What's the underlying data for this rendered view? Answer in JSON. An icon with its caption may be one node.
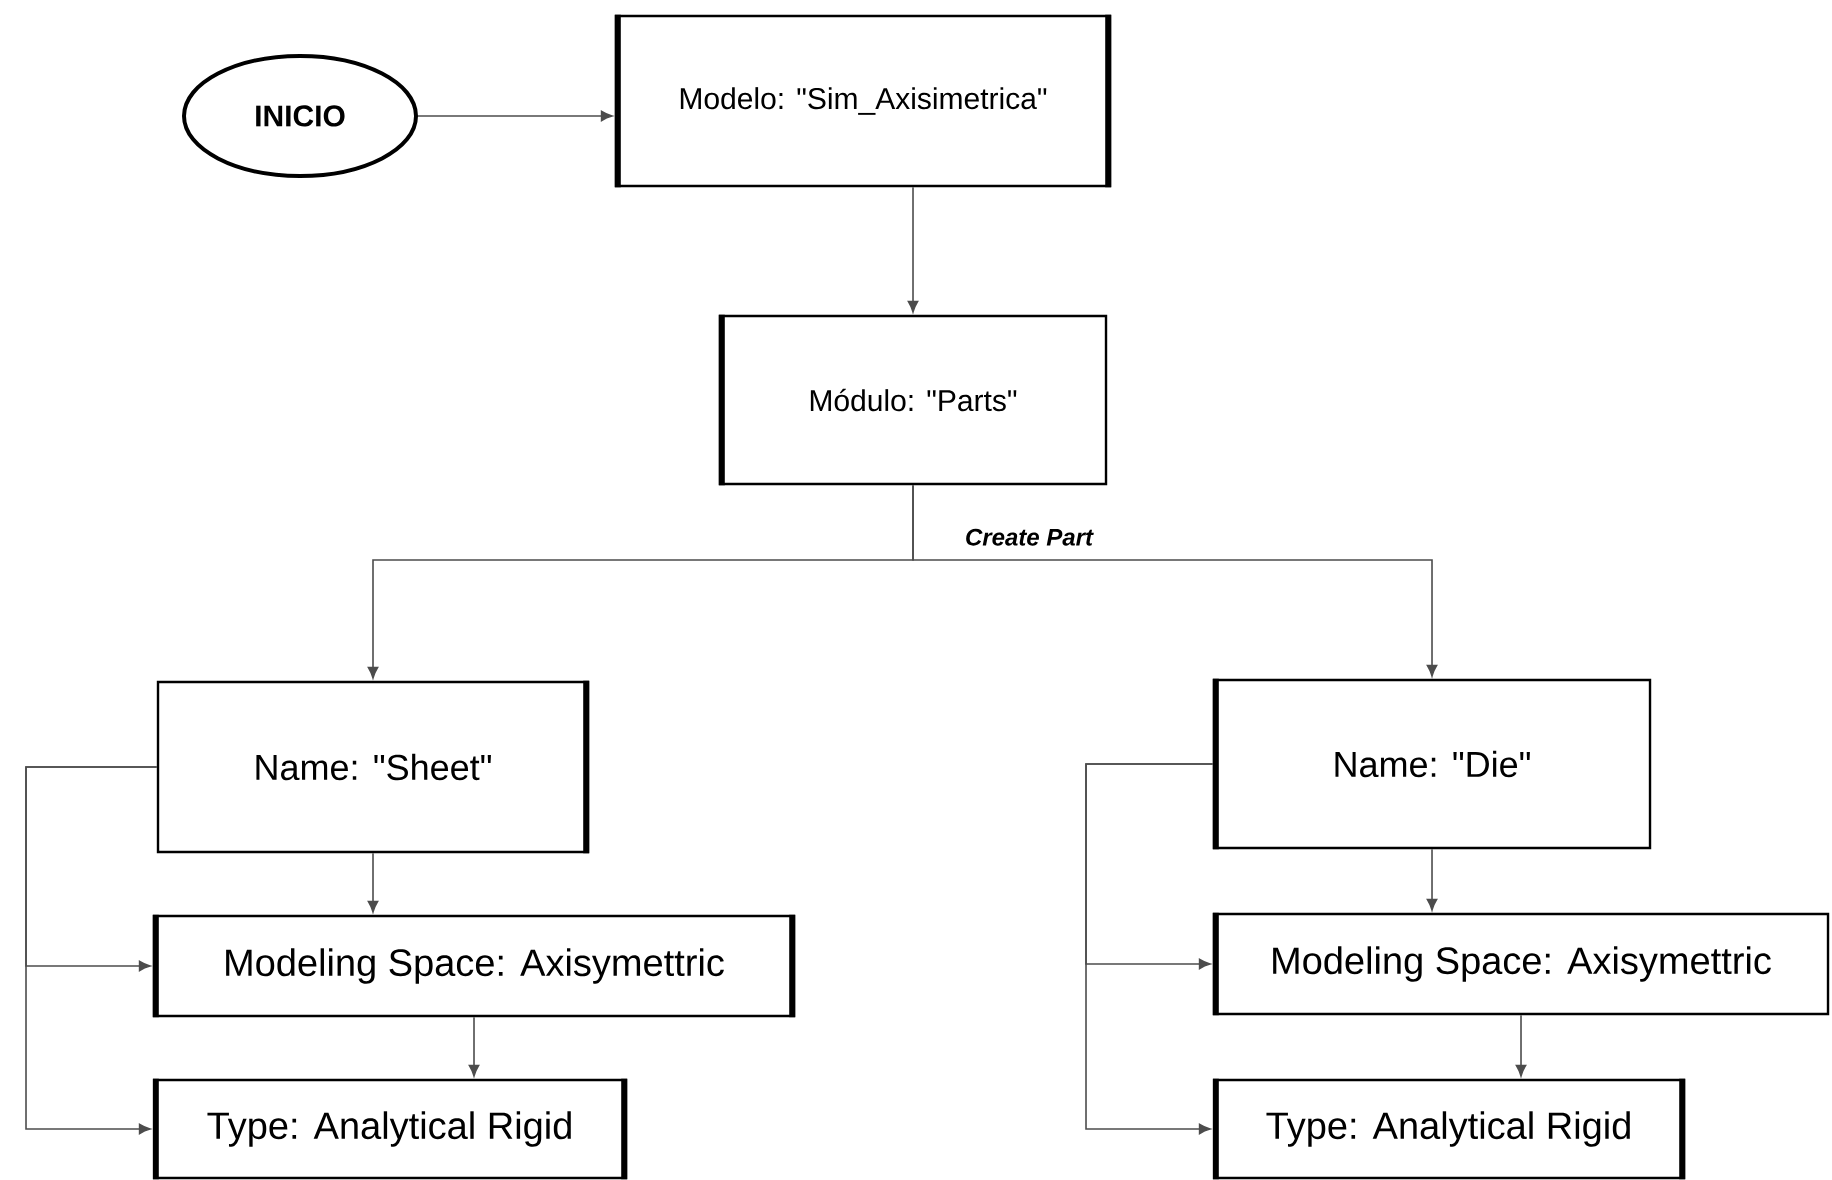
{
  "diagram": {
    "nodes": [
      {
        "text": [
          "INICIO"
        ]
      },
      {
        "text": [
          "Modelo: \"Sim_Axisimetrica\""
        ]
      },
      {
        "text": [
          "Módulo: \"Parts\""
        ]
      },
      {
        "text": [
          "Name: \"Sheet\""
        ]
      },
      {
        "text": [
          "Modeling Space: Axisymettric"
        ]
      },
      {
        "text": [
          "Type: Analytical Rigid"
        ]
      },
      {
        "text": [
          "Name: \"Die\""
        ]
      },
      {
        "text": [
          "Modeling Space: Axisymettric"
        ]
      },
      {
        "text": [
          "Type: Analytical Rigid"
        ]
      }
    ],
    "edges": [
      {
        "from": 0,
        "to": 1,
        "arrow": "to"
      },
      {
        "from": 1,
        "to": 2,
        "arrow": "to"
      },
      {
        "from": 2,
        "to": 3,
        "arrow": "to"
      },
      {
        "from": 2,
        "to": 6,
        "arrow": "to",
        "label": "Create Part"
      },
      {
        "from": 3,
        "to": 4,
        "arrow": "to"
      },
      {
        "from": 4,
        "to": 5,
        "arrow": "to"
      },
      {
        "from": 3,
        "to": 4,
        "arrow": "to"
      },
      {
        "from": 3,
        "to": 5,
        "arrow": "to"
      },
      {
        "from": 6,
        "to": 7,
        "arrow": "to"
      },
      {
        "from": 7,
        "to": 8,
        "arrow": "to"
      },
      {
        "from": 6,
        "to": 7,
        "arrow": "to"
      },
      {
        "from": 6,
        "to": 8,
        "arrow": "to"
      }
    ]
  }
}
